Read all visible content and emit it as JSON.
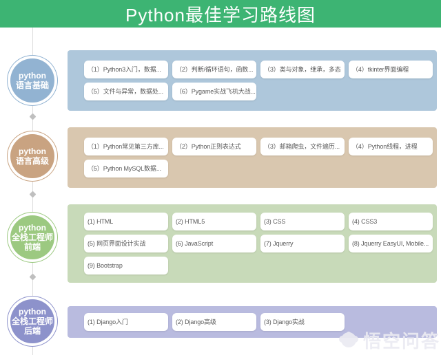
{
  "header": {
    "title": "Python最佳学习路线图",
    "bg_color": "#3db473",
    "text_color": "#ffffff"
  },
  "timeline": {
    "line_color": "#dcdcdc",
    "arrow_color": "#bfbfbf"
  },
  "sections": [
    {
      "name": "python-basics",
      "circle_lines": [
        "python",
        "语言基础"
      ],
      "circle_color": "#92b3d2",
      "panel_color": "#aec7db",
      "items": [
        "（1）Python3入门，数据...",
        "（2）判断/循环语句，函数...",
        "（3）类与对象，继承，多态",
        "（4）tkinter界面编程",
        "（5）文件与异常，数据处...",
        "（6）Pygame实战飞机大战..."
      ]
    },
    {
      "name": "python-advanced",
      "circle_lines": [
        "python",
        "语言高级"
      ],
      "circle_color": "#c9a381",
      "panel_color": "#d9c7af",
      "items": [
        "（1）Python常见第三方库...",
        "（2）Python正则表达式",
        "（3）邮箱爬虫，文件遍历...",
        "（4）Python线程，进程",
        "（5）Python MySQL数据..."
      ]
    },
    {
      "name": "fullstack-frontend",
      "circle_lines": [
        "python",
        "全栈工程师",
        "前端"
      ],
      "circle_color": "#9cc981",
      "panel_color": "#c8dab9",
      "items": [
        "(1) HTML",
        "(2) HTML5",
        "(3) CSS",
        "(4) CSS3",
        "(5) 网页界面设计实战",
        "(6) JavaScript",
        "(7) Jquerry",
        "(8) Jquerry EasyUI, Mobile...",
        "(9) Bootstrap"
      ]
    },
    {
      "name": "fullstack-backend",
      "circle_lines": [
        "python",
        "全栈工程师",
        "后端"
      ],
      "circle_color": "#8d92cb",
      "panel_color": "#b9bbdf",
      "items": [
        "(1) Django入门",
        "(2) Django高级",
        "(3) Django实战"
      ]
    }
  ],
  "watermark": {
    "text": "悟空问答",
    "icon": "monkey-icon",
    "color": "#ebebf2"
  }
}
